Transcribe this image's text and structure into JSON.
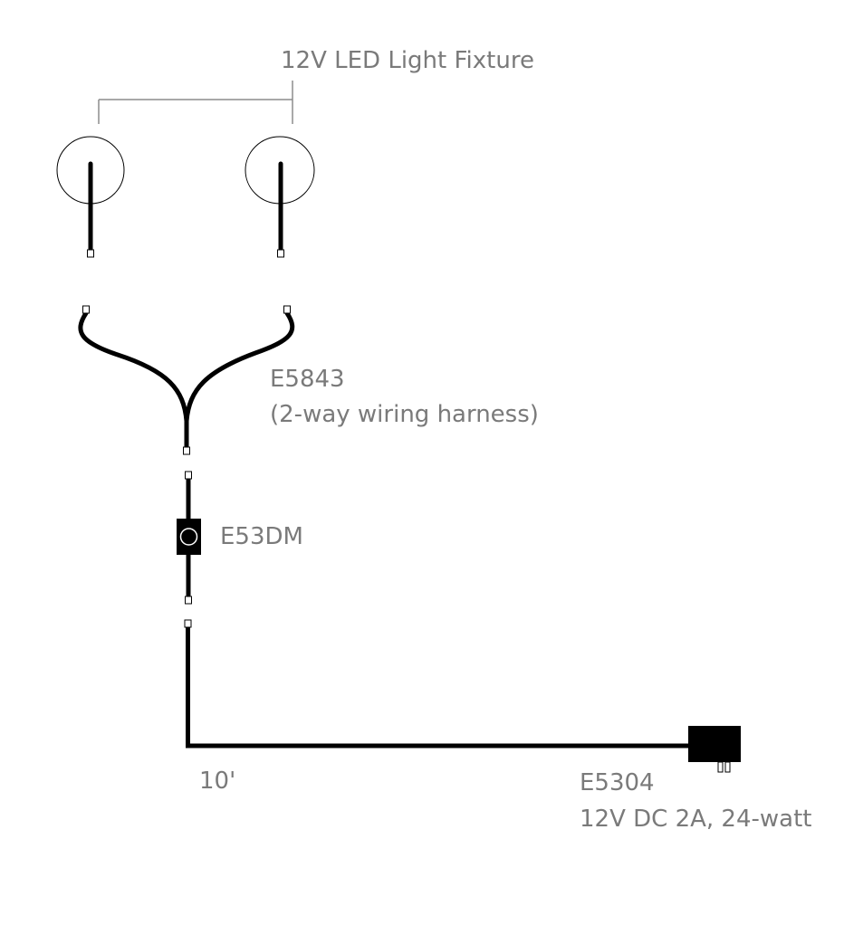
{
  "fixture": {
    "label": "12V LED Light Fixture"
  },
  "harness": {
    "part_number": "E5843",
    "description": "(2-way wiring harness)"
  },
  "dimmer": {
    "part_number": "E53DM"
  },
  "cable": {
    "length": "10'"
  },
  "power_supply": {
    "part_number": "E5304",
    "rating": "12V DC 2A, 24-watt"
  },
  "colors": {
    "text": "#7a7a7a",
    "wire": "#000000",
    "bracket": "#8c8c8c",
    "background": "#ffffff"
  }
}
